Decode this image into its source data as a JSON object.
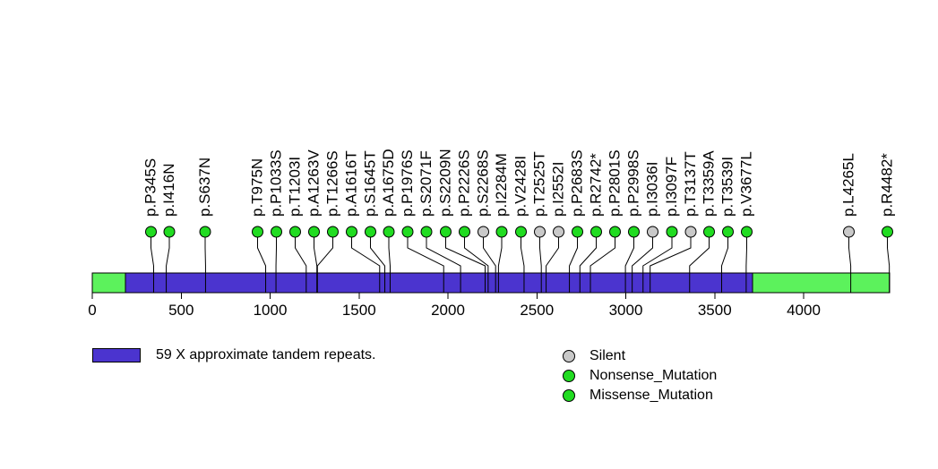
{
  "chart_data": {
    "type": "lollipop",
    "title": "",
    "xlabel": "",
    "xlim": [
      0,
      4484
    ],
    "x_ticks": [
      0,
      500,
      1000,
      1500,
      2000,
      2500,
      3000,
      3500,
      4000
    ],
    "protein_segments": [
      {
        "name": "n-terminal-segment",
        "start": 0,
        "end": 186,
        "color": "#5CF25C"
      },
      {
        "name": "tandem-repeat-domain",
        "start": 186,
        "end": 3714,
        "color": "#4B34CF"
      },
      {
        "name": "c-terminal-segment",
        "start": 3714,
        "end": 4484,
        "color": "#5CF25C"
      }
    ],
    "mutation_type_colors": {
      "Silent": "#C9C9C9",
      "Nonsense_Mutation": "#21DC21",
      "Missense_Mutation": "#21DC21"
    },
    "mutations": [
      {
        "label": "p.P345S",
        "pos": 345,
        "label_x": 168.5,
        "type": "Missense_Mutation"
      },
      {
        "label": "p.I416N",
        "pos": 416,
        "label_x": 189,
        "type": "Missense_Mutation"
      },
      {
        "label": "p.S637N",
        "pos": 637,
        "label_x": 229,
        "type": "Missense_Mutation"
      },
      {
        "label": "p.T975N",
        "pos": 975,
        "label_x": 287.5,
        "type": "Missense_Mutation"
      },
      {
        "label": "p.P1033S",
        "pos": 1033,
        "label_x": 308.5,
        "type": "Missense_Mutation"
      },
      {
        "label": "p.T1203I",
        "pos": 1203,
        "label_x": 329.5,
        "type": "Missense_Mutation"
      },
      {
        "label": "p.A1263V",
        "pos": 1263,
        "label_x": 350.5,
        "type": "Missense_Mutation"
      },
      {
        "label": "p.T1266S",
        "pos": 1266,
        "label_x": 371.5,
        "type": "Missense_Mutation"
      },
      {
        "label": "p.A1616T",
        "pos": 1616,
        "label_x": 392.5,
        "type": "Missense_Mutation"
      },
      {
        "label": "p.S1645T",
        "pos": 1645,
        "label_x": 413.5,
        "type": "Missense_Mutation"
      },
      {
        "label": "p.A1675D",
        "pos": 1675,
        "label_x": 434,
        "type": "Missense_Mutation"
      },
      {
        "label": "p.P1976S",
        "pos": 1976,
        "label_x": 455,
        "type": "Missense_Mutation"
      },
      {
        "label": "p.S2071F",
        "pos": 2071,
        "label_x": 476,
        "type": "Missense_Mutation"
      },
      {
        "label": "p.S2209N",
        "pos": 2209,
        "label_x": 497.5,
        "type": "Missense_Mutation"
      },
      {
        "label": "p.P2226S",
        "pos": 2226,
        "label_x": 518.5,
        "type": "Missense_Mutation"
      },
      {
        "label": "p.S2268S",
        "pos": 2268,
        "label_x": 539.5,
        "type": "Silent"
      },
      {
        "label": "p.I2284M",
        "pos": 2284,
        "label_x": 560,
        "type": "Missense_Mutation"
      },
      {
        "label": "p.V2428I",
        "pos": 2428,
        "label_x": 581.5,
        "type": "Missense_Mutation"
      },
      {
        "label": "p.T2525T",
        "pos": 2525,
        "label_x": 602.5,
        "type": "Silent"
      },
      {
        "label": "p.I2552I",
        "pos": 2552,
        "label_x": 623.5,
        "type": "Silent"
      },
      {
        "label": "p.P2683S",
        "pos": 2683,
        "label_x": 644.5,
        "type": "Missense_Mutation"
      },
      {
        "label": "p.R2742*",
        "pos": 2742,
        "label_x": 665.5,
        "type": "Nonsense_Mutation"
      },
      {
        "label": "p.P2801S",
        "pos": 2801,
        "label_x": 686.5,
        "type": "Missense_Mutation"
      },
      {
        "label": "p.P2998S",
        "pos": 2998,
        "label_x": 707.5,
        "type": "Missense_Mutation"
      },
      {
        "label": "p.I3036I",
        "pos": 3036,
        "label_x": 728.5,
        "type": "Silent"
      },
      {
        "label": "p.I3097F",
        "pos": 3097,
        "label_x": 750,
        "type": "Missense_Mutation"
      },
      {
        "label": "p.T3137T",
        "pos": 3137,
        "label_x": 771,
        "type": "Silent"
      },
      {
        "label": "p.T3359A",
        "pos": 3359,
        "label_x": 791.5,
        "type": "Missense_Mutation"
      },
      {
        "label": "p.T3539I",
        "pos": 3539,
        "label_x": 812.5,
        "type": "Missense_Mutation"
      },
      {
        "label": "p.V3677L",
        "pos": 3677,
        "label_x": 833.5,
        "type": "Missense_Mutation"
      },
      {
        "label": "p.L4265L",
        "pos": 4265,
        "label_x": 947.5,
        "type": "Silent"
      },
      {
        "label": "p.R4482*",
        "pos": 4482,
        "label_x": 990.5,
        "type": "Nonsense_Mutation"
      }
    ]
  },
  "legend_left": {
    "swatch_color": "#4B34CF",
    "label": "59 X approximate tandem repeats."
  },
  "legend_right": {
    "items": [
      {
        "label": "Silent",
        "color": "#C9C9C9"
      },
      {
        "label": "Nonsense_Mutation",
        "color": "#21DC21"
      },
      {
        "label": "Missense_Mutation",
        "color": "#21DC21"
      }
    ]
  }
}
